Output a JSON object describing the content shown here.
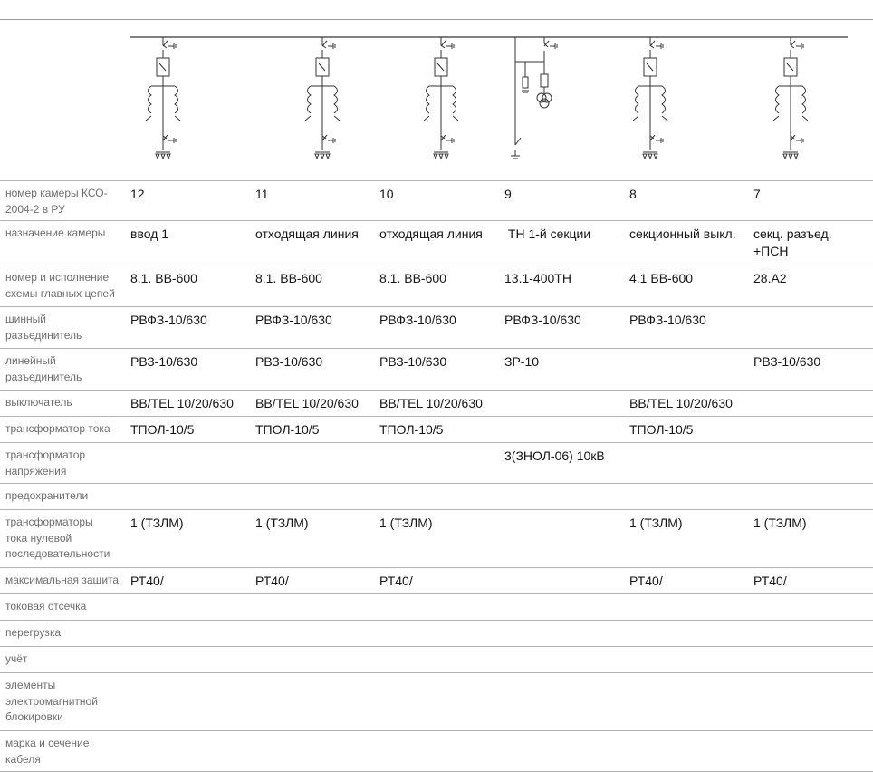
{
  "columns": [
    {
      "scheme": "incoming"
    },
    {
      "scheme": "outgoing"
    },
    {
      "scheme": "outgoing"
    },
    {
      "scheme": "voltage-transformer"
    },
    {
      "scheme": "sectional-breaker"
    },
    {
      "scheme": "sectional-disconnector"
    }
  ],
  "rows": [
    {
      "key": "chamber-number",
      "label": [
        "номер камеры КСО-",
        "2004-2 в РУ"
      ],
      "values": [
        [
          "12"
        ],
        [
          "11"
        ],
        [
          "10"
        ],
        [
          "9"
        ],
        [
          "8"
        ],
        [
          "7"
        ]
      ]
    },
    {
      "key": "chamber-purpose",
      "label": [
        "назначение камеры"
      ],
      "values": [
        [
          "ввод 1"
        ],
        [
          "отходящая линия"
        ],
        [
          "отходящая линия"
        ],
        [
          " ТН 1-й секции"
        ],
        [
          "секционный выкл."
        ],
        [
          "секц. разъед.",
          "+ПСН"
        ]
      ]
    },
    {
      "key": "main-circuit-scheme",
      "label": [
        "номер и исполнение",
        "схемы главных цепей"
      ],
      "values": [
        [
          "8.1. ВВ-600"
        ],
        [
          "8.1. ВВ-600"
        ],
        [
          "8.1. ВВ-600"
        ],
        [
          "13.1-400ТН"
        ],
        [
          "4.1 ВВ-600"
        ],
        [
          "28.А2"
        ]
      ]
    },
    {
      "key": "bus-disconnector",
      "label": [
        "шинный",
        "разъединитель"
      ],
      "values": [
        [
          "РВФЗ-10/630"
        ],
        [
          "РВФЗ-10/630"
        ],
        [
          "РВФЗ-10/630"
        ],
        [
          "РВФЗ-10/630"
        ],
        [
          "РВФЗ-10/630"
        ],
        []
      ]
    },
    {
      "key": "line-disconnector",
      "label": [
        "линейный",
        "разъединитель"
      ],
      "values": [
        [
          "РВЗ-10/630"
        ],
        [
          "РВЗ-10/630"
        ],
        [
          "РВЗ-10/630"
        ],
        [
          "ЗР-10"
        ],
        [],
        [
          "РВЗ-10/630"
        ]
      ]
    },
    {
      "key": "circuit-breaker",
      "label": [
        "выключатель"
      ],
      "values": [
        [
          "BB/TEL 10/20/630"
        ],
        [
          "BB/TEL 10/20/630"
        ],
        [
          "BB/TEL 10/20/630"
        ],
        [],
        [
          "BB/TEL 10/20/630"
        ],
        []
      ]
    },
    {
      "key": "current-transformer",
      "label": [
        "трансформатор тока"
      ],
      "values": [
        [
          "ТПОЛ-10/5"
        ],
        [
          "ТПОЛ-10/5"
        ],
        [
          "ТПОЛ-10/5"
        ],
        [],
        [
          "ТПОЛ-10/5"
        ],
        []
      ]
    },
    {
      "key": "voltage-transformer",
      "label": [
        "трансформатор",
        "напряжения"
      ],
      "values": [
        [],
        [],
        [],
        [
          "3(ЗНОЛ-06) 10кВ"
        ],
        [],
        []
      ]
    },
    {
      "key": "fuses",
      "label": [
        "предохранители"
      ],
      "values": [
        [],
        [],
        [],
        [],
        [],
        []
      ]
    },
    {
      "key": "zero-seq-ct",
      "label": [
        "трансформаторы",
        "тока нулевой",
        "последовательности"
      ],
      "values": [
        [
          "1 (ТЗЛМ)"
        ],
        [
          "1 (ТЗЛМ)"
        ],
        [
          "1 (ТЗЛМ)"
        ],
        [],
        [
          "1 (ТЗЛМ)"
        ],
        [
          "1 (ТЗЛМ)"
        ]
      ]
    },
    {
      "key": "max-protection",
      "label": [
        "максимальная защита"
      ],
      "values": [
        [
          "РТ40/"
        ],
        [
          "РТ40/"
        ],
        [
          "РТ40/"
        ],
        [],
        [
          "РТ40/"
        ],
        [
          "РТ40/"
        ]
      ]
    },
    {
      "key": "current-cutoff",
      "label": [
        "токовая отсечка"
      ],
      "values": [
        [],
        [],
        [],
        [],
        [],
        []
      ]
    },
    {
      "key": "overload",
      "label": [
        "перегрузка"
      ],
      "values": [
        [],
        [],
        [],
        [],
        [],
        []
      ]
    },
    {
      "key": "metering",
      "label": [
        "учёт"
      ],
      "values": [
        [],
        [],
        [],
        [],
        [],
        []
      ]
    },
    {
      "key": "em-interlock",
      "label": [
        "элементы",
        "электромагнитной",
        "блокировки"
      ],
      "values": [
        [],
        [],
        [],
        [],
        [],
        []
      ]
    },
    {
      "key": "cable",
      "label": [
        "марка и сечение",
        "кабеля"
      ],
      "values": [
        [],
        [],
        [],
        [],
        [],
        []
      ]
    }
  ]
}
